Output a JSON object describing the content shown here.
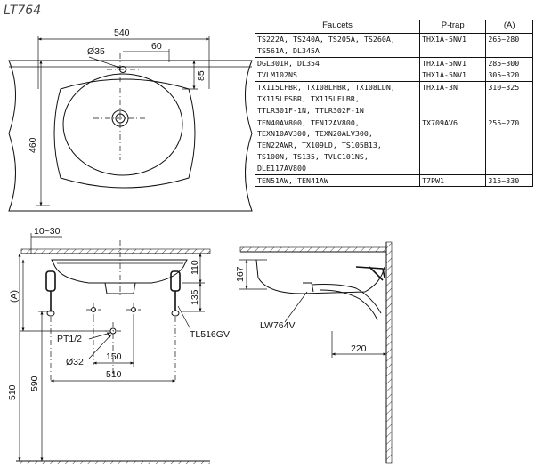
{
  "title": "LT764",
  "table": {
    "headers": [
      "Faucets",
      "P-trap",
      "(A)"
    ],
    "rows": [
      {
        "faucets": [
          "TS222A, TS240A, TS205A, TS260A,",
          "TS561A, DL345A"
        ],
        "ptrap": "THX1A-5NV1",
        "a": "265~280"
      },
      {
        "faucets": [
          "DGL301R, DL354"
        ],
        "ptrap": "THX1A-5NV1",
        "a": "285~300"
      },
      {
        "faucets": [
          "TVLM102NS"
        ],
        "ptrap": "THX1A-5NV1",
        "a": "305~320"
      },
      {
        "faucets": [
          "TX115LFBR, TX108LHBR, TX108LDN,",
          "TX115LESBR, TX115LELBR,",
          "TTLR301F-1N, TTLR302F-1N"
        ],
        "ptrap": "THX1A-3N",
        "a": "310~325"
      },
      {
        "faucets": [
          "TEN40AV800, TEN12AV800,",
          "TEXN10AV300, TEXN20ALV300,",
          "TEN22AWR, TX109LD, TS105B13,",
          "TS100N, TS135, TVLC101NS,",
          "DLE117AV800"
        ],
        "ptrap": "TX709AV6",
        "a": "255~270"
      },
      {
        "faucets": [
          "TEN51AW, TEN41AW"
        ],
        "ptrap": "T7PW1",
        "a": "315~330"
      }
    ]
  },
  "top_view": {
    "width": "540",
    "tap_offset": "60",
    "tap_hole": "Ø35",
    "tap_depth": "85",
    "depth": "460"
  },
  "front_view": {
    "rim": "10~30",
    "bowl_height": "110",
    "bracket": "135",
    "a_label": "(A)",
    "pt": "PT1/2",
    "drain_dia": "Ø32",
    "spacing_150": "150",
    "spacing_510": "510",
    "height_590": "590",
    "height_510": "510",
    "bracket_model": "TL516GV"
  },
  "side_view": {
    "offset": "167",
    "model": "LW764V",
    "projection": "220"
  }
}
